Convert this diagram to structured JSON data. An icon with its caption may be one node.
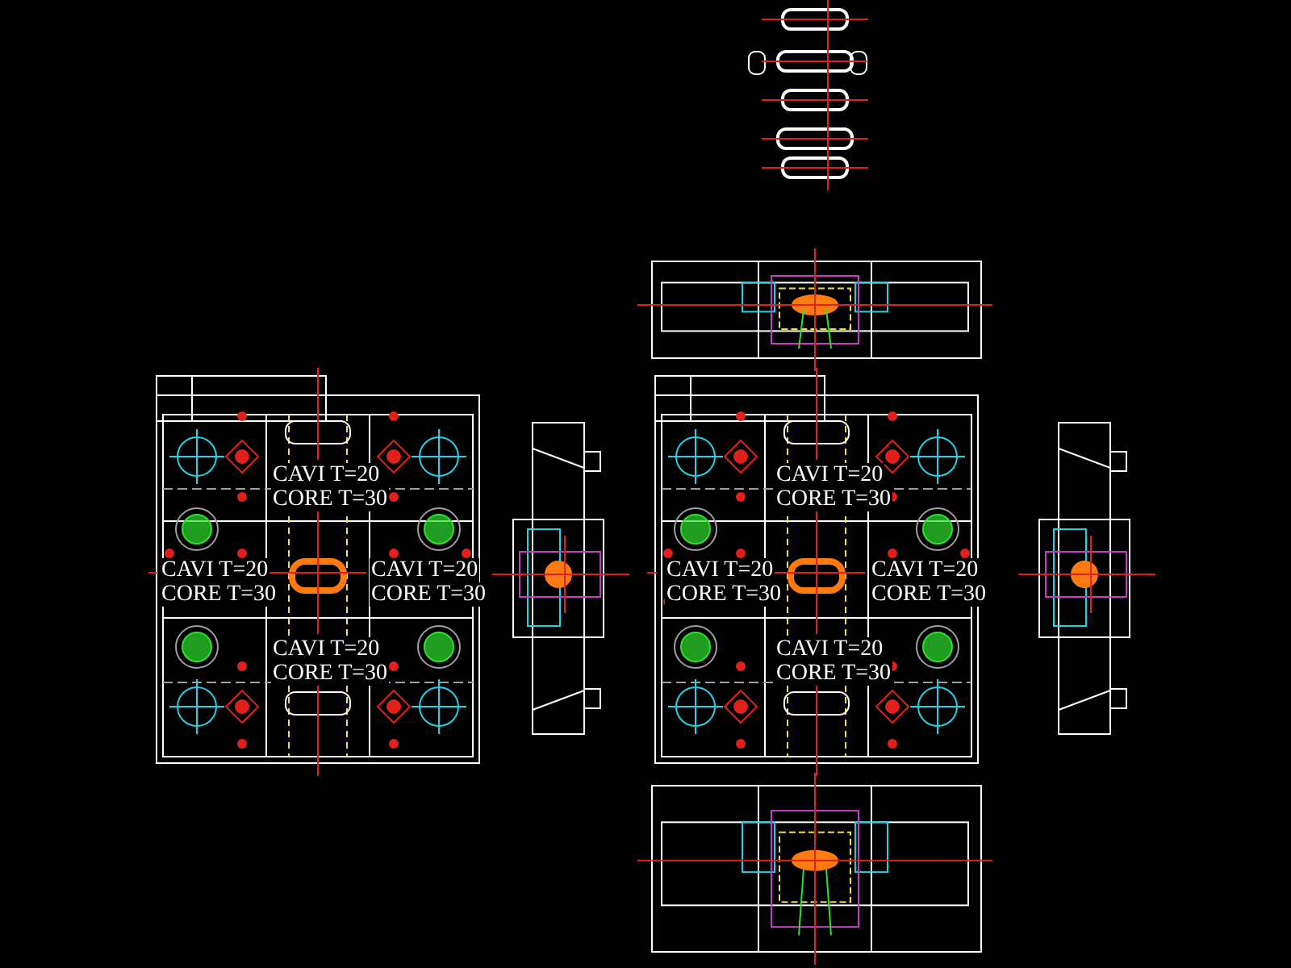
{
  "diagram": {
    "labels": [
      "CAVI T=20",
      "CORE T=30",
      "CAVI T=20",
      "CORE T=30",
      "CAVI T=20",
      "CORE T=30",
      "CAVI T=20",
      "CORE T=30",
      "CAVI T=20",
      "CORE T=30",
      "CAVI T=20",
      "CORE T=30",
      "CAVI T=20",
      "CORE T=30",
      "CAVI T=20",
      "CORE T=30"
    ]
  }
}
